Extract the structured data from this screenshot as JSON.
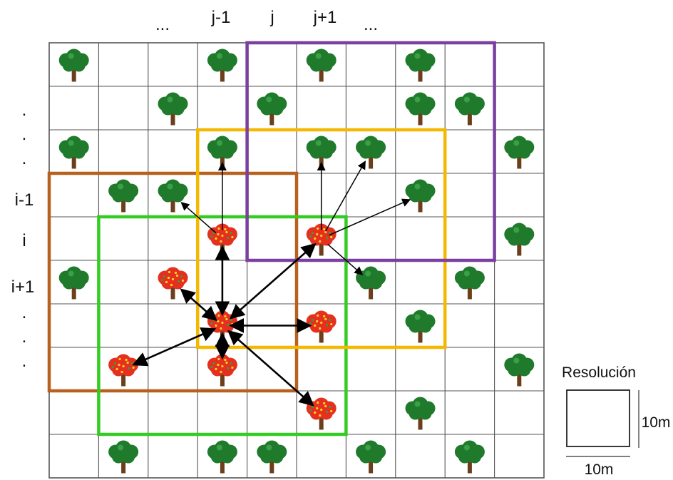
{
  "column_labels": [
    "...",
    "j-1",
    "j",
    "j+1",
    "..."
  ],
  "row_labels": [
    ".",
    ".",
    ".",
    "i-1",
    "i",
    "i+1",
    ".",
    ".",
    "."
  ],
  "grid": {
    "rows": 10,
    "cols": 10
  },
  "trees": {
    "healthy": [
      [
        0,
        0
      ],
      [
        0,
        3
      ],
      [
        0,
        5
      ],
      [
        0,
        7
      ],
      [
        1,
        2
      ],
      [
        1,
        4
      ],
      [
        1,
        7
      ],
      [
        1,
        8
      ],
      [
        2,
        0
      ],
      [
        2,
        3
      ],
      [
        2,
        5
      ],
      [
        2,
        6
      ],
      [
        2,
        9
      ],
      [
        3,
        1
      ],
      [
        3,
        2
      ],
      [
        3,
        7
      ],
      [
        4,
        9
      ],
      [
        5,
        0
      ],
      [
        5,
        6
      ],
      [
        5,
        8
      ],
      [
        6,
        7
      ],
      [
        7,
        9
      ],
      [
        8,
        7
      ],
      [
        9,
        1
      ],
      [
        9,
        3
      ],
      [
        9,
        4
      ],
      [
        9,
        6
      ],
      [
        9,
        8
      ]
    ],
    "infected": [
      [
        4,
        3
      ],
      [
        4,
        5
      ],
      [
        5,
        2
      ],
      [
        6,
        3
      ],
      [
        6,
        5
      ],
      [
        7,
        1
      ],
      [
        7,
        3
      ],
      [
        8,
        5
      ]
    ]
  },
  "windows": [
    {
      "name": "brown",
      "color": "#B8611E",
      "rows": [
        3,
        7
      ],
      "cols": [
        0,
        4
      ]
    },
    {
      "name": "green",
      "color": "#33CC22",
      "rows": [
        4,
        8
      ],
      "cols": [
        1,
        5
      ]
    },
    {
      "name": "yellow",
      "color": "#F5B800",
      "rows": [
        2,
        6
      ],
      "cols": [
        3,
        7
      ]
    },
    {
      "name": "purple",
      "color": "#7B3FA0",
      "rows": [
        0,
        4
      ],
      "cols": [
        4,
        8
      ]
    }
  ],
  "arrows": [
    {
      "from": [
        4,
        3
      ],
      "to": [
        2,
        3
      ],
      "double": false
    },
    {
      "from": [
        4,
        3
      ],
      "to": [
        3,
        2
      ],
      "double": false
    },
    {
      "from": [
        4,
        3
      ],
      "to": [
        6,
        3
      ],
      "double": true
    },
    {
      "from": [
        4,
        5
      ],
      "to": [
        2,
        5
      ],
      "double": false
    },
    {
      "from": [
        4,
        5
      ],
      "to": [
        2,
        6
      ],
      "double": false
    },
    {
      "from": [
        4,
        5
      ],
      "to": [
        3,
        7
      ],
      "double": false
    },
    {
      "from": [
        4,
        5
      ],
      "to": [
        5,
        6
      ],
      "double": false
    },
    {
      "from": [
        4,
        5
      ],
      "to": [
        6,
        3
      ],
      "double": true
    },
    {
      "from": [
        6,
        3
      ],
      "to": [
        5,
        2
      ],
      "double": true
    },
    {
      "from": [
        6,
        3
      ],
      "to": [
        7,
        1
      ],
      "double": true
    },
    {
      "from": [
        6,
        3
      ],
      "to": [
        6,
        5
      ],
      "double": true
    },
    {
      "from": [
        6,
        3
      ],
      "to": [
        7,
        3
      ],
      "double": true
    },
    {
      "from": [
        6,
        3
      ],
      "to": [
        8,
        5
      ],
      "double": true
    }
  ],
  "resolution": {
    "title": "Resolución",
    "width_label": "10m",
    "height_label": "10m"
  },
  "colors": {
    "grid_line": "#555555",
    "cell_fill": "#ffffff",
    "canopy": "#1f7a2c",
    "trunk": "#6b3e1c",
    "infected": "#e53020"
  }
}
